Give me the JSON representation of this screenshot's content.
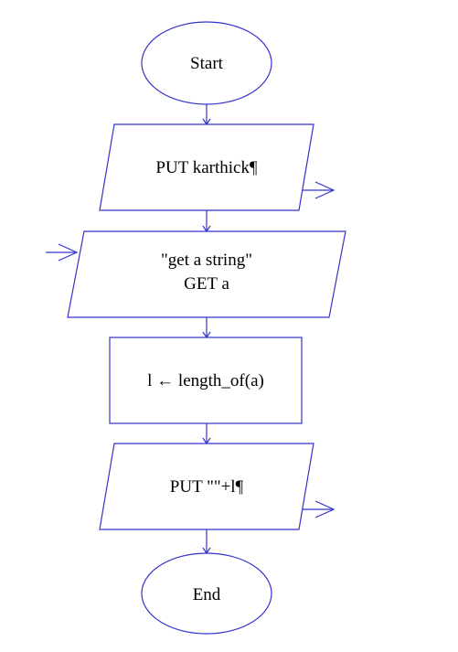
{
  "diagram": {
    "stroke_color": "#3333cc",
    "text_color": "#000000",
    "nodes": {
      "start": {
        "shape": "terminator",
        "label": "Start"
      },
      "output_name": {
        "shape": "output",
        "label": "PUT karthick¶"
      },
      "input_string": {
        "shape": "input",
        "prompt": "\"get a string\"",
        "label": "GET a"
      },
      "assign_length": {
        "shape": "process",
        "label": "l ← length_of(a)"
      },
      "output_length": {
        "shape": "output",
        "label": "PUT \"\"+l¶"
      },
      "end": {
        "shape": "terminator",
        "label": "End"
      }
    },
    "edges": [
      {
        "from": "start",
        "to": "output_name"
      },
      {
        "from": "output_name",
        "to": "input_string"
      },
      {
        "from": "input_string",
        "to": "assign_length"
      },
      {
        "from": "assign_length",
        "to": "output_length"
      },
      {
        "from": "output_length",
        "to": "end"
      }
    ]
  }
}
